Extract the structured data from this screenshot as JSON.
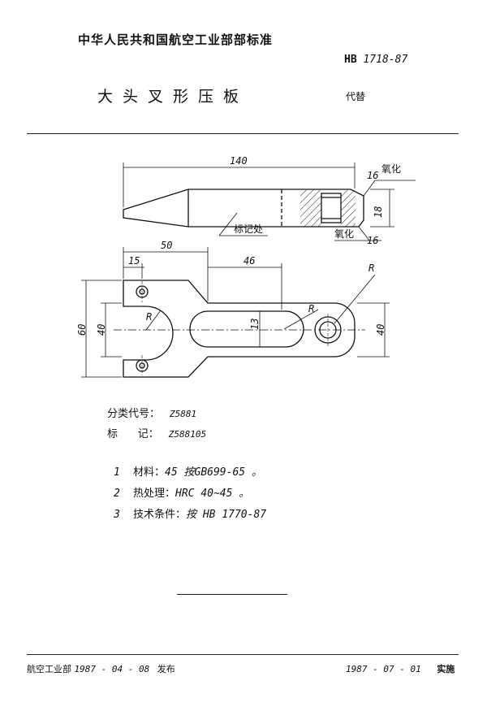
{
  "header": {
    "organization": "中华人民共和国航空工业部部标准",
    "standard_prefix": "HB",
    "standard_number": "1718-87",
    "title": "大头叉形压板",
    "replaces_label": "代替"
  },
  "drawing": {
    "dim_length": "140",
    "dim_chamfer_top": "16",
    "dim_height": "18",
    "dim_chamfer_bottom": "16",
    "oxidize_top": "氧化",
    "oxidize_bottom": "氧化",
    "mark_label": "标记处",
    "dim_50": "50",
    "dim_15": "15",
    "dim_46": "46",
    "dim_60": "60",
    "dim_40_left": "40",
    "dim_13": "13",
    "dim_40_right": "40",
    "radius_big": "R",
    "radius_mid": "R",
    "radius_left": "R"
  },
  "classification": {
    "code_label": "分类代号：",
    "code_value": "Z5881",
    "mark_label": "标      记：",
    "mark_value": "Z588105"
  },
  "notes": [
    {
      "num": "1",
      "label": "材料：",
      "value": "45 按GB699-65 。"
    },
    {
      "num": "2",
      "label": "热处理：",
      "value": "HRC 40~45 。"
    },
    {
      "num": "3",
      "label": "技术条件：",
      "value": "按 HB 1770-87"
    }
  ],
  "footer": {
    "issuer": "航空工业部",
    "issue_date": "1987 - 04 - 08",
    "issue_label": "发布",
    "effective_date": "1987 - 07 - 01",
    "effective_label": "实施"
  }
}
